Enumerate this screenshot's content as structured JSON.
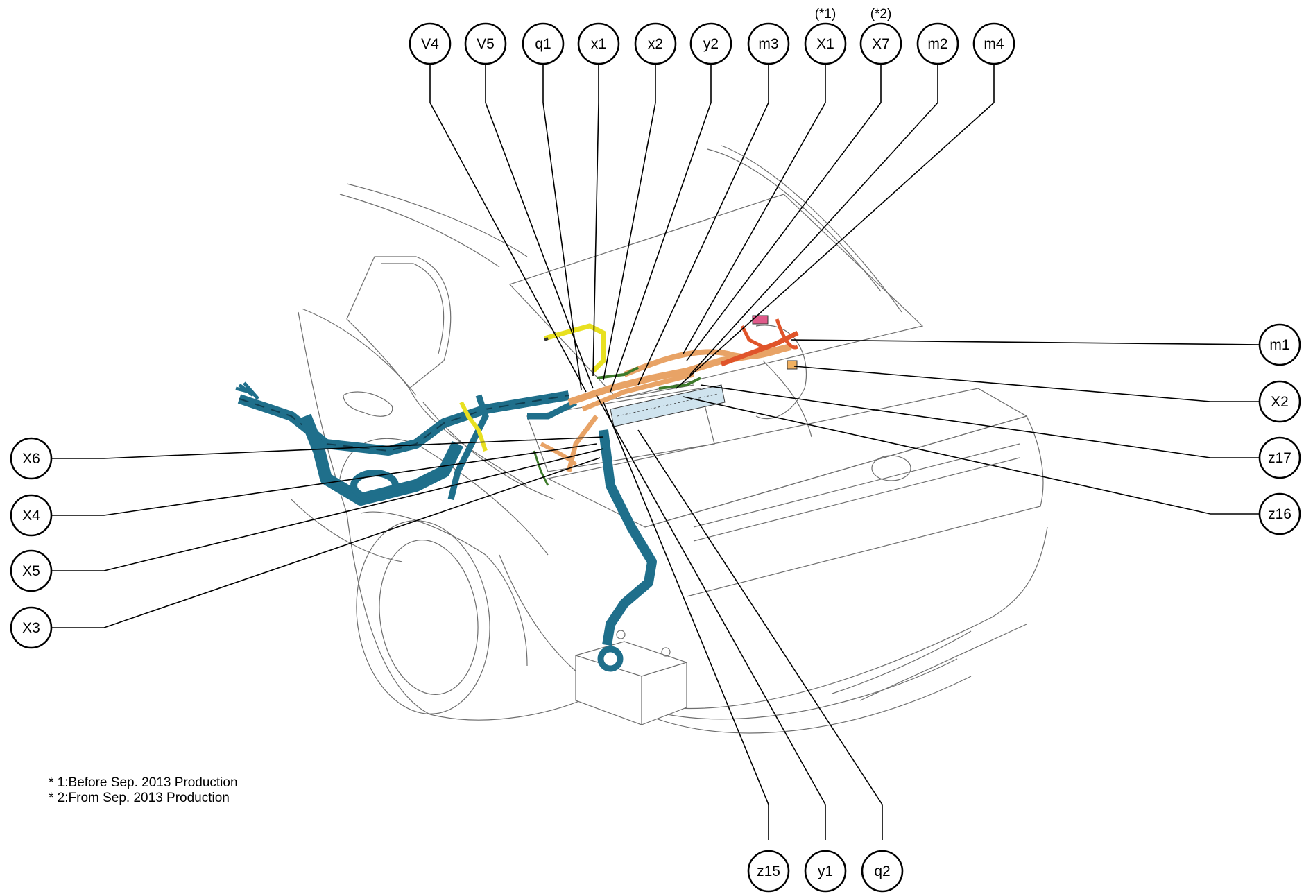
{
  "connectors": [
    {
      "id": "V4"
    },
    {
      "id": "V5"
    },
    {
      "id": "q1"
    },
    {
      "id": "x1"
    },
    {
      "id": "x2"
    },
    {
      "id": "y2"
    },
    {
      "id": "m3"
    },
    {
      "id": "X1",
      "note": "(*1)"
    },
    {
      "id": "X7",
      "note": "(*2)"
    },
    {
      "id": "m2"
    },
    {
      "id": "m4"
    },
    {
      "id": "m1"
    },
    {
      "id": "X2"
    },
    {
      "id": "z17"
    },
    {
      "id": "z16"
    },
    {
      "id": "X6"
    },
    {
      "id": "X4"
    },
    {
      "id": "X5"
    },
    {
      "id": "X3"
    },
    {
      "id": "z15"
    },
    {
      "id": "y1"
    },
    {
      "id": "q2"
    }
  ],
  "footnotes": [
    "* 1:Before Sep. 2013 Production",
    "* 2:From Sep. 2013 Production"
  ],
  "colors": {
    "harness_blue": "#1f6f8b",
    "harness_orange": "#e8a366",
    "harness_red": "#e0542a",
    "harness_yellow": "#e8e020",
    "harness_green": "#3d7a2a",
    "outline": "#6e6e6e"
  }
}
